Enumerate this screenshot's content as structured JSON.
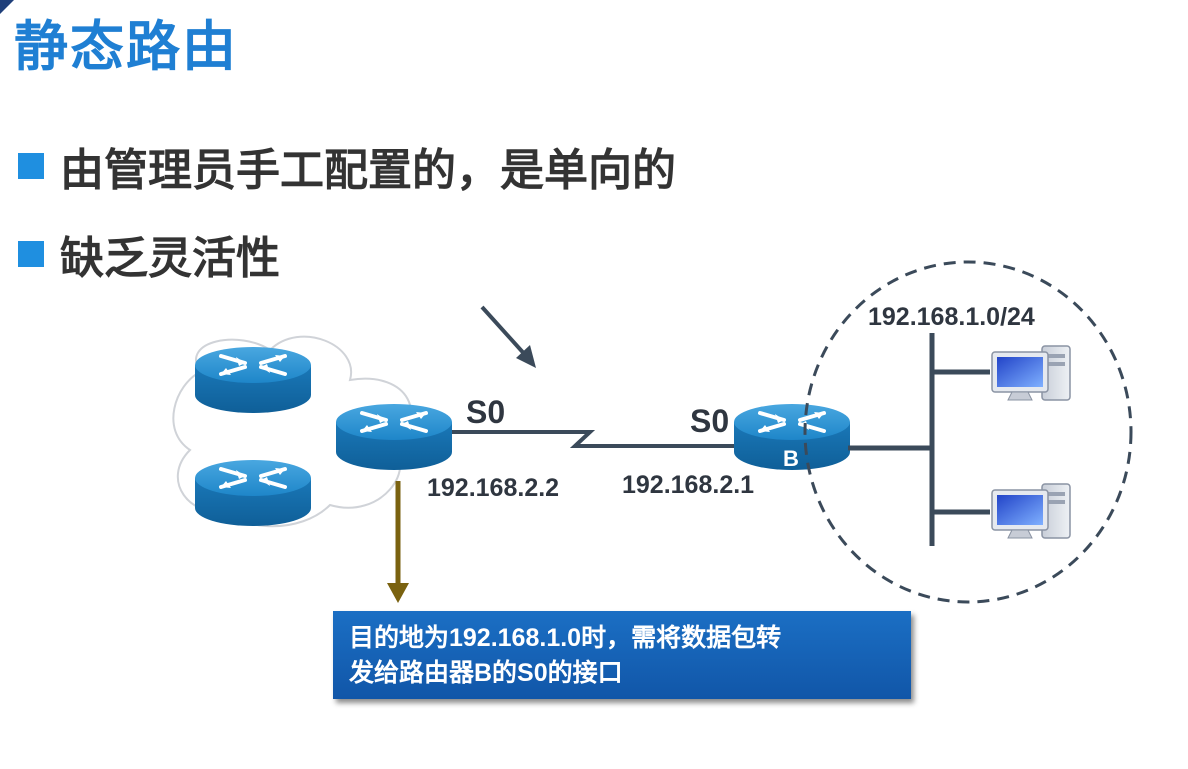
{
  "slide": {
    "title": "静态路由",
    "bullets": [
      "由管理员手工配置的，是单向的",
      "缺乏灵活性"
    ]
  },
  "diagram": {
    "left_interface": "S0",
    "left_ip": "192.168.2.2",
    "right_interface": "S0",
    "right_ip": "192.168.2.1",
    "router_b_label": "B",
    "network_label": "192.168.1.0/24"
  },
  "note": {
    "line1": "目的地为192.168.1.0时，需将数据包转",
    "line2": "发给路由器B的S0的接口"
  },
  "colors": {
    "title": "#1f7fd3",
    "bullet_square": "#1f8fe0",
    "router": "#1a84c6",
    "note_bg": "#1565bd",
    "down_arrow": "#7a6210"
  }
}
